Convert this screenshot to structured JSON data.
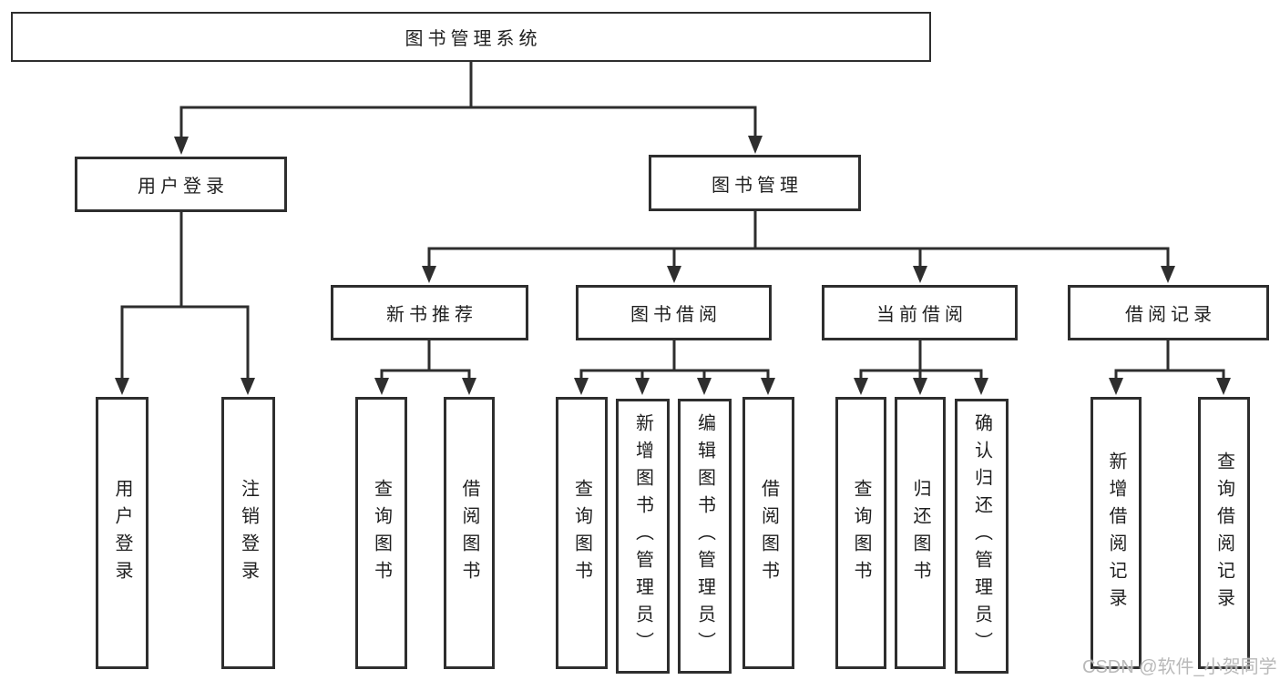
{
  "watermark": "CSDN @软件_小贺同学",
  "colors": {
    "line": "#2e2e2e",
    "text": "#1f1f1f",
    "watermark": "#b9b9b9",
    "background": "#ffffff"
  },
  "tree": {
    "root": {
      "label": "图书管理系统"
    },
    "level1": [
      {
        "label": "用户登录",
        "children": [
          {
            "label": "用户登录"
          },
          {
            "label": "注销登录"
          }
        ]
      },
      {
        "label": "图书管理",
        "children": [
          {
            "label": "新书推荐",
            "children": [
              {
                "label": "查询图书"
              },
              {
                "label": "借阅图书"
              }
            ]
          },
          {
            "label": "图书借阅",
            "children": [
              {
                "label": "查询图书"
              },
              {
                "label": "新增图书（管理员）"
              },
              {
                "label": "编辑图书（管理员）"
              },
              {
                "label": "借阅图书"
              }
            ]
          },
          {
            "label": "当前借阅",
            "children": [
              {
                "label": "查询图书"
              },
              {
                "label": "归还图书"
              },
              {
                "label": "确认归还（管理员）"
              }
            ]
          },
          {
            "label": "借阅记录",
            "children": [
              {
                "label": "新增借阅记录"
              },
              {
                "label": "查询借阅记录"
              }
            ]
          }
        ]
      }
    ]
  }
}
